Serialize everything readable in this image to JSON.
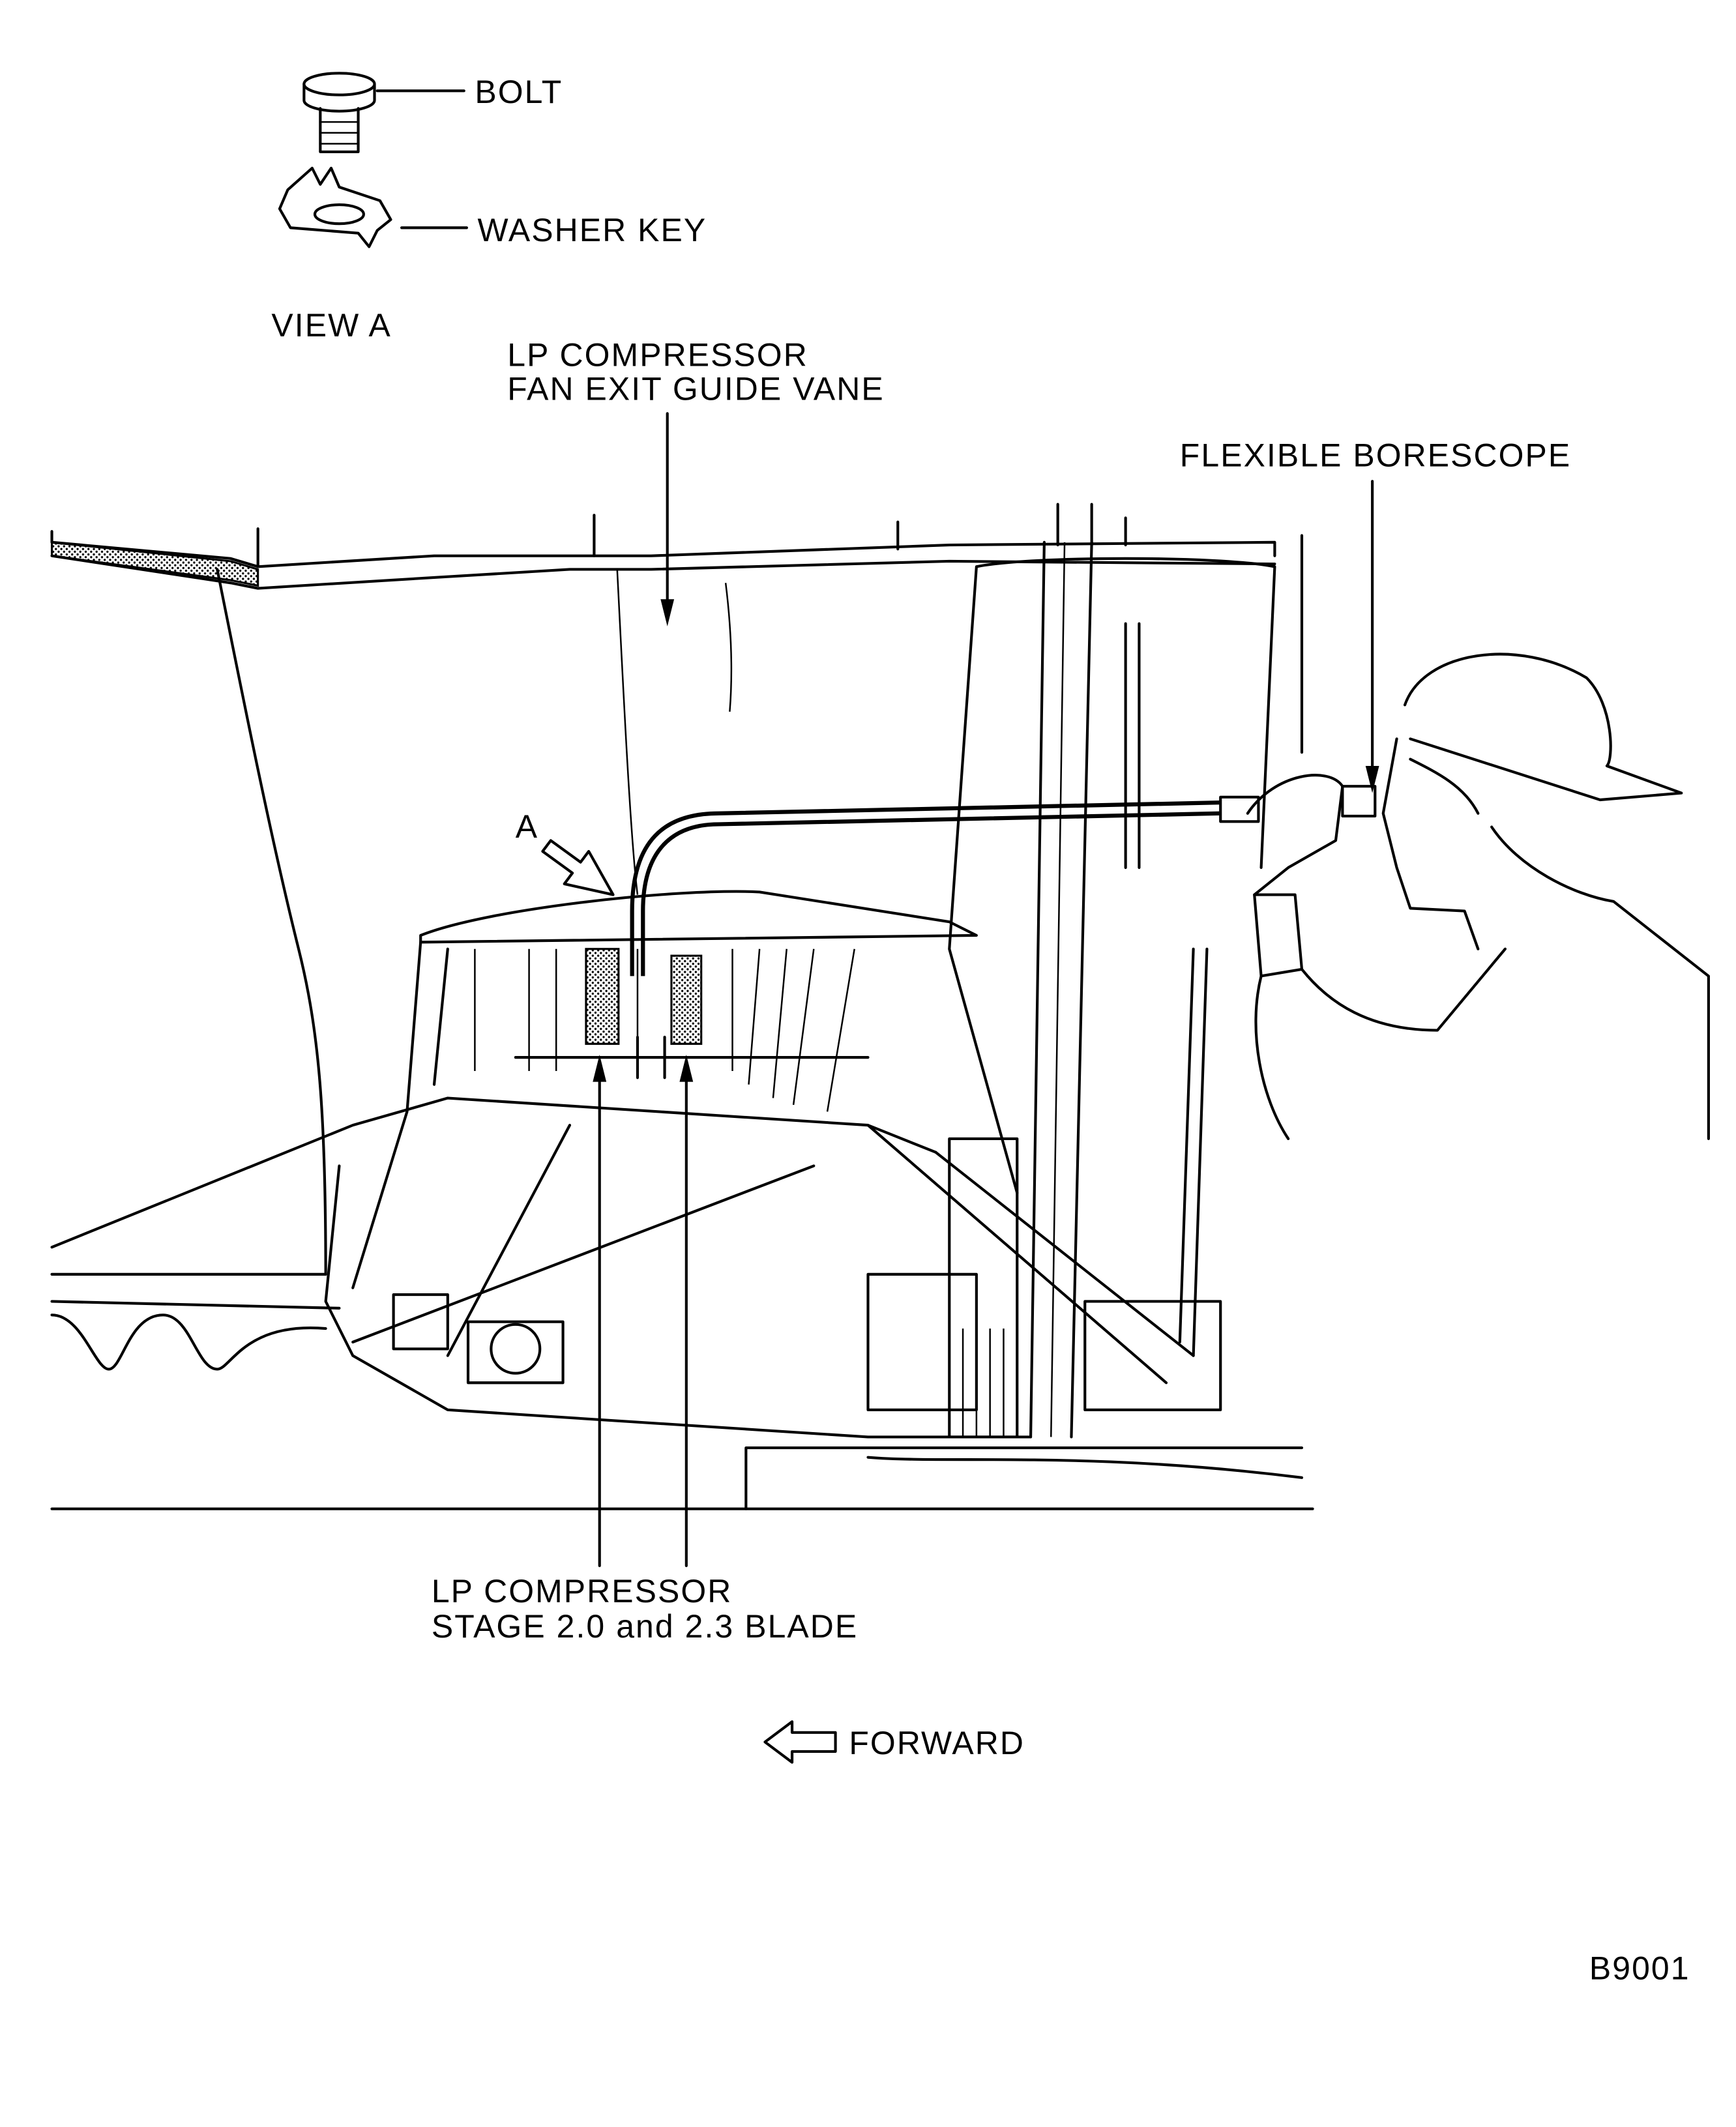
{
  "view_a": {
    "title": "VIEW  A",
    "bolt_label": "BOLT",
    "washer_key_label": "WASHER KEY"
  },
  "callouts": {
    "fan_exit_guide_vane_line1": "LP COMPRESSOR",
    "fan_exit_guide_vane_line2": "FAN EXIT GUIDE VANE",
    "borescope": "FLEXIBLE BORESCOPE",
    "view_arrow_letter": "A",
    "blade_line1": "LP COMPRESSOR",
    "blade_line2": "STAGE 2.0 and 2.3 BLADE"
  },
  "direction": {
    "label": "FORWARD"
  },
  "figure_id": "B9001"
}
